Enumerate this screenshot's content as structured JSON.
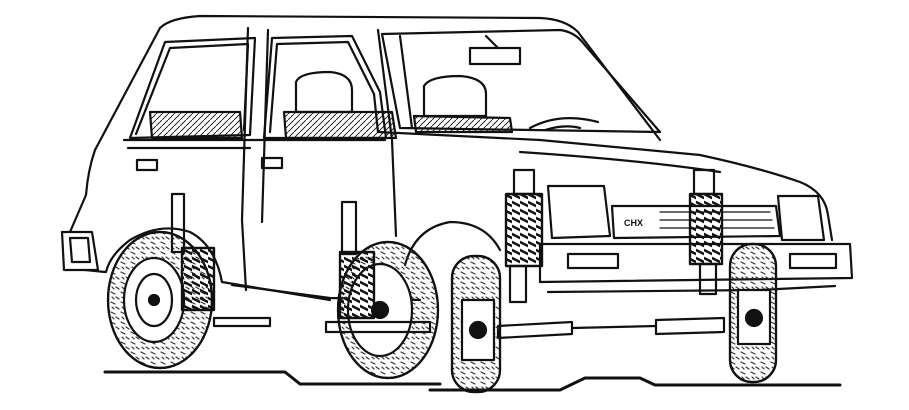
{
  "illustration": {
    "subject": "car-suspension-cutaway",
    "style": "black-ink-line-drawing",
    "colors": {
      "ink": "#111111",
      "paper": "#ffffff",
      "tread": "#333333"
    },
    "visible_text": {
      "grille_badge": "CHX"
    }
  }
}
